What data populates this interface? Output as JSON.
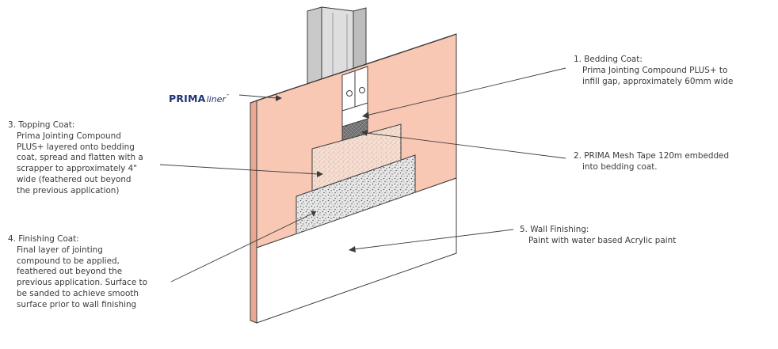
{
  "logo": {
    "brand": "PRIMA",
    "sub": "liner",
    "tm": "™"
  },
  "labels": {
    "l1": {
      "num": "1.",
      "title": "Bedding Coat:",
      "text": "Prima Jointing Compound PLUS+ to\ninfill gap, approximately 60mm wide"
    },
    "l2": {
      "num": "2.",
      "title": "PRIMA Mesh Tape 120m embedded",
      "text": "into bedding coat."
    },
    "l3": {
      "num": "3.",
      "title": "Topping Coat:",
      "text": "Prima Jointing Compound\nPLUS+ layered onto bedding\ncoat, spread and flatten with a\nscrapper to approximately 4\"\nwide (feathered out beyond\nthe previous application)"
    },
    "l4": {
      "num": "4.",
      "title": "Finishing Coat:",
      "text": "Final layer of jointing\ncompound to be applied,\nfeathered out beyond the\nprevious application. Surface to\nbe sanded to achieve smooth\nsurface prior to wall finishing"
    },
    "l5": {
      "num": "5.",
      "title": "Wall Finishing:",
      "text": "Paint  with water based Acrylic paint"
    }
  },
  "colors": {
    "board": "#f9c8b4",
    "finish": "#ffffff",
    "stud": "#d4d4d4",
    "stroke": "#3c3c3c"
  }
}
